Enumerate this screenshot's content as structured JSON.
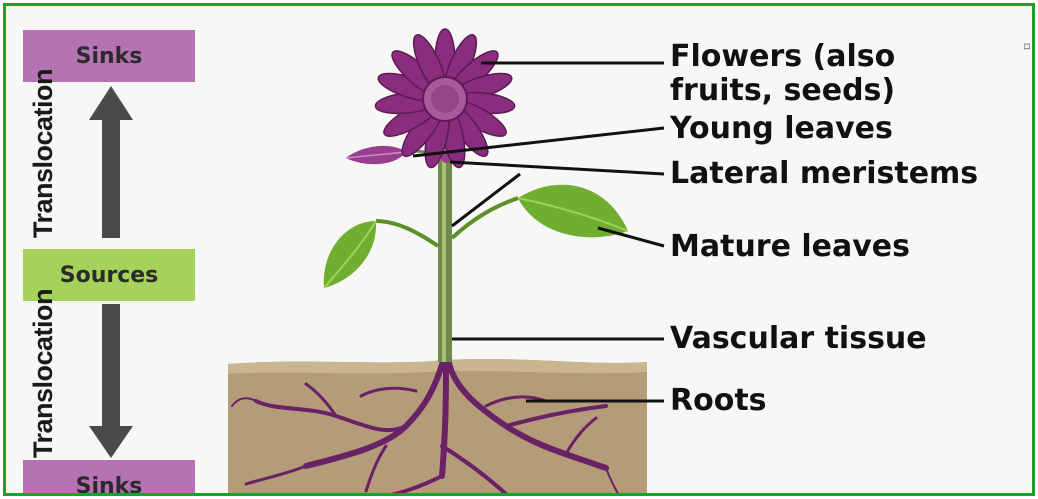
{
  "left_panel": {
    "sinks_top": "Sinks",
    "sources": "Sources",
    "sinks_bottom": "Sinks",
    "translocation_upper": "Translocation",
    "translocation_lower": "Translocation"
  },
  "labels": {
    "flowers_line1": "Flowers (also",
    "flowers_line2": "fruits, seeds)",
    "young_leaves": "Young leaves",
    "lateral_meristems": "Lateral meristems",
    "mature_leaves": "Mature leaves",
    "vascular_tissue": "Vascular tissue",
    "roots": "Roots"
  },
  "colors": {
    "frame_border": "#1aa32a",
    "sink_box": "#b474b4",
    "source_box": "#a6d15a",
    "flower": "#8a2d7e",
    "leaf": "#6fae2e",
    "soil": "#b49c78",
    "root": "#6a2266"
  },
  "icons": {
    "corner_icon": "bookmark-icon"
  }
}
